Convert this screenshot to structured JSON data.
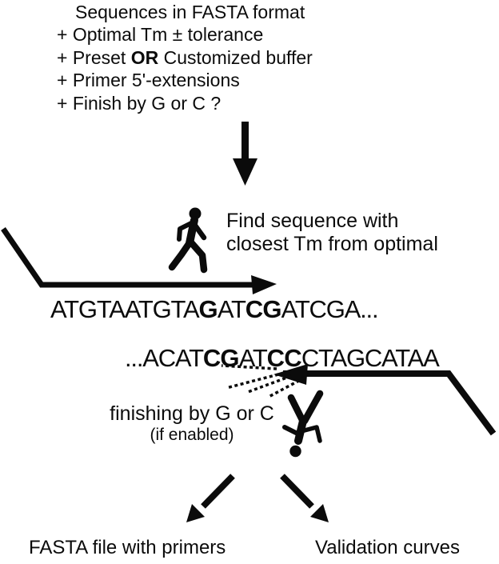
{
  "colors": {
    "ink": "#0b0b0b",
    "background": "#ffffff"
  },
  "input_block": {
    "line1": "Sequences in FASTA format",
    "line2": "+ Optimal Tm ± tolerance",
    "line3": {
      "pre": "+ Preset ",
      "bold": "OR",
      "post": " Customized buffer"
    },
    "line4": "+ Primer 5'-extensions",
    "line5": "+ Finish by G or C ?"
  },
  "find_step": {
    "line1": "Find sequence with",
    "line2": "closest Tm from optimal"
  },
  "sequence_top": {
    "part1": "ATGTAATGTA",
    "bold1": "G",
    "part2": "AT",
    "bold2": "CG",
    "part3": "ATCGA..."
  },
  "sequence_bottom": {
    "part1": "...ACAT",
    "bold1": "CG",
    "part2": "AT",
    "bold2": "CC",
    "part3": "CTAGCATAA"
  },
  "finishing_step": {
    "line1": "finishing by G or C",
    "line2": "(if enabled)"
  },
  "outputs": {
    "left_label": "FASTA file with primers",
    "right_label": "Validation curves"
  },
  "icons": {
    "down_arrow": "down-arrow-icon",
    "walking_person": "walking-person-icon",
    "falling_person": "falling-person-icon",
    "selection_arrow": "selection-arrow-right",
    "primer_arrow": "primer-arrow-left",
    "shift_marks": "dashed-shift-marks",
    "output_left_arrow": "down-left-arrow-icon",
    "output_right_arrow": "down-right-arrow-icon"
  }
}
